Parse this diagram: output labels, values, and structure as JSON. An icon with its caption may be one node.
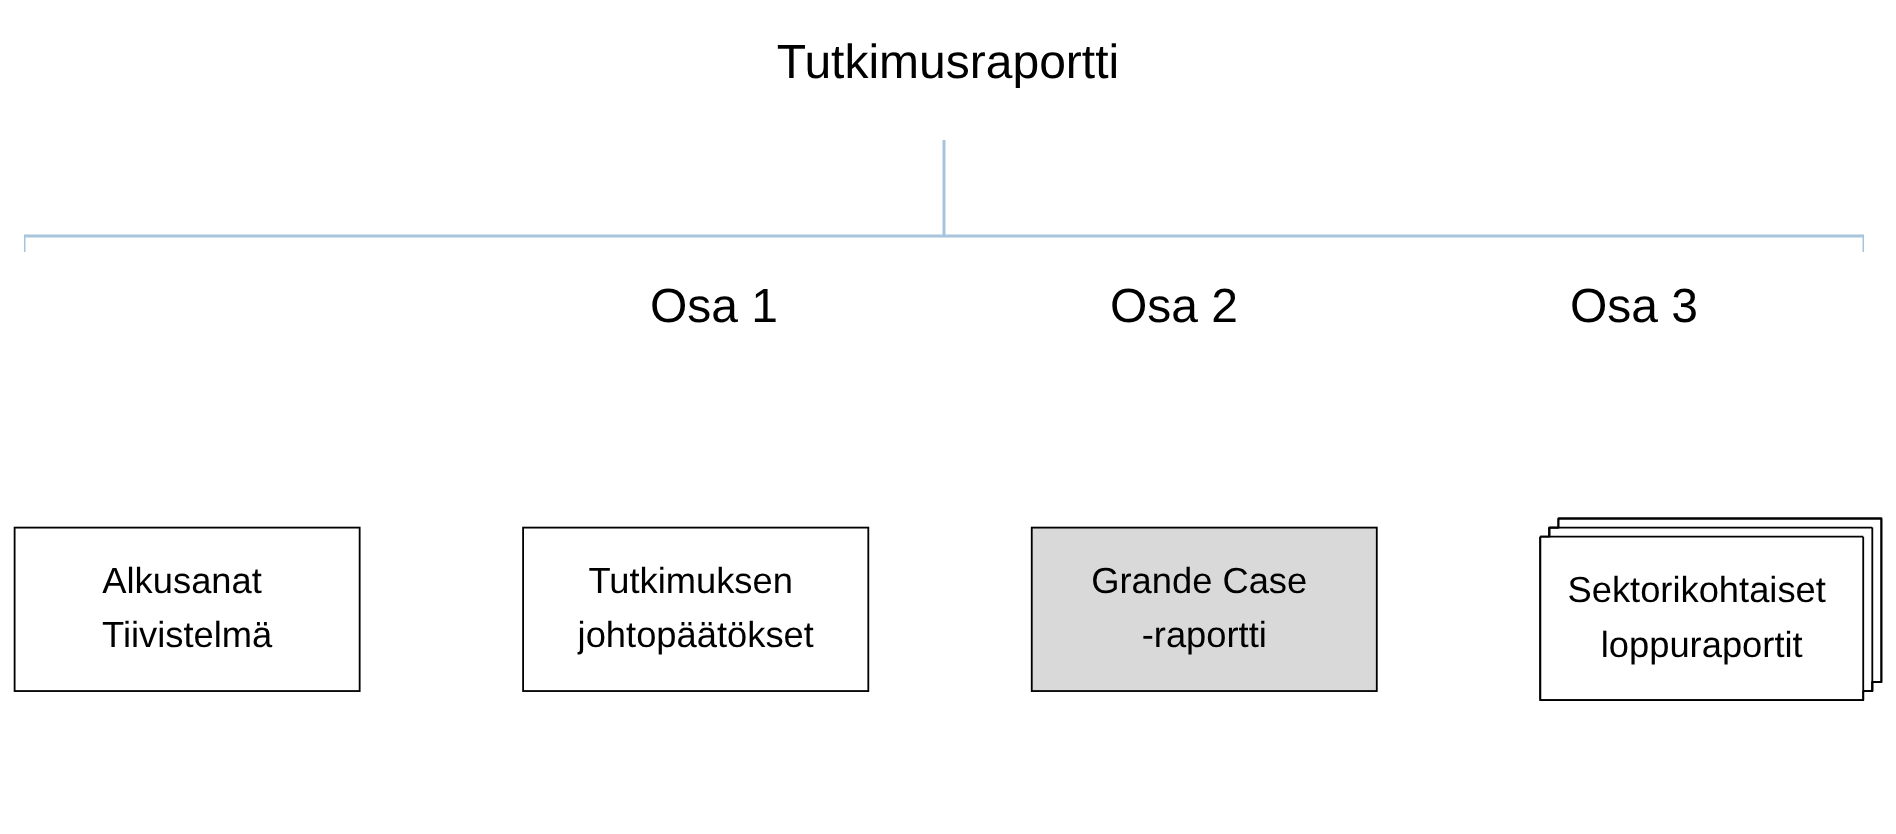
{
  "diagram": {
    "title": "Tutkimusraportti",
    "nodes": [
      {
        "text": [
          "Alkusanat Tiivistelmä"
        ]
      },
      {
        "text": [
          "Tutkimuksen johtopäätökset"
        ]
      },
      {
        "text": [
          "Grande Case -raportti"
        ]
      },
      {
        "text": [
          "Sektorikohtaiset loppuraportit"
        ]
      }
    ],
    "labels": [
      "Osa 1",
      "Osa 2",
      "Osa 3"
    ]
  }
}
